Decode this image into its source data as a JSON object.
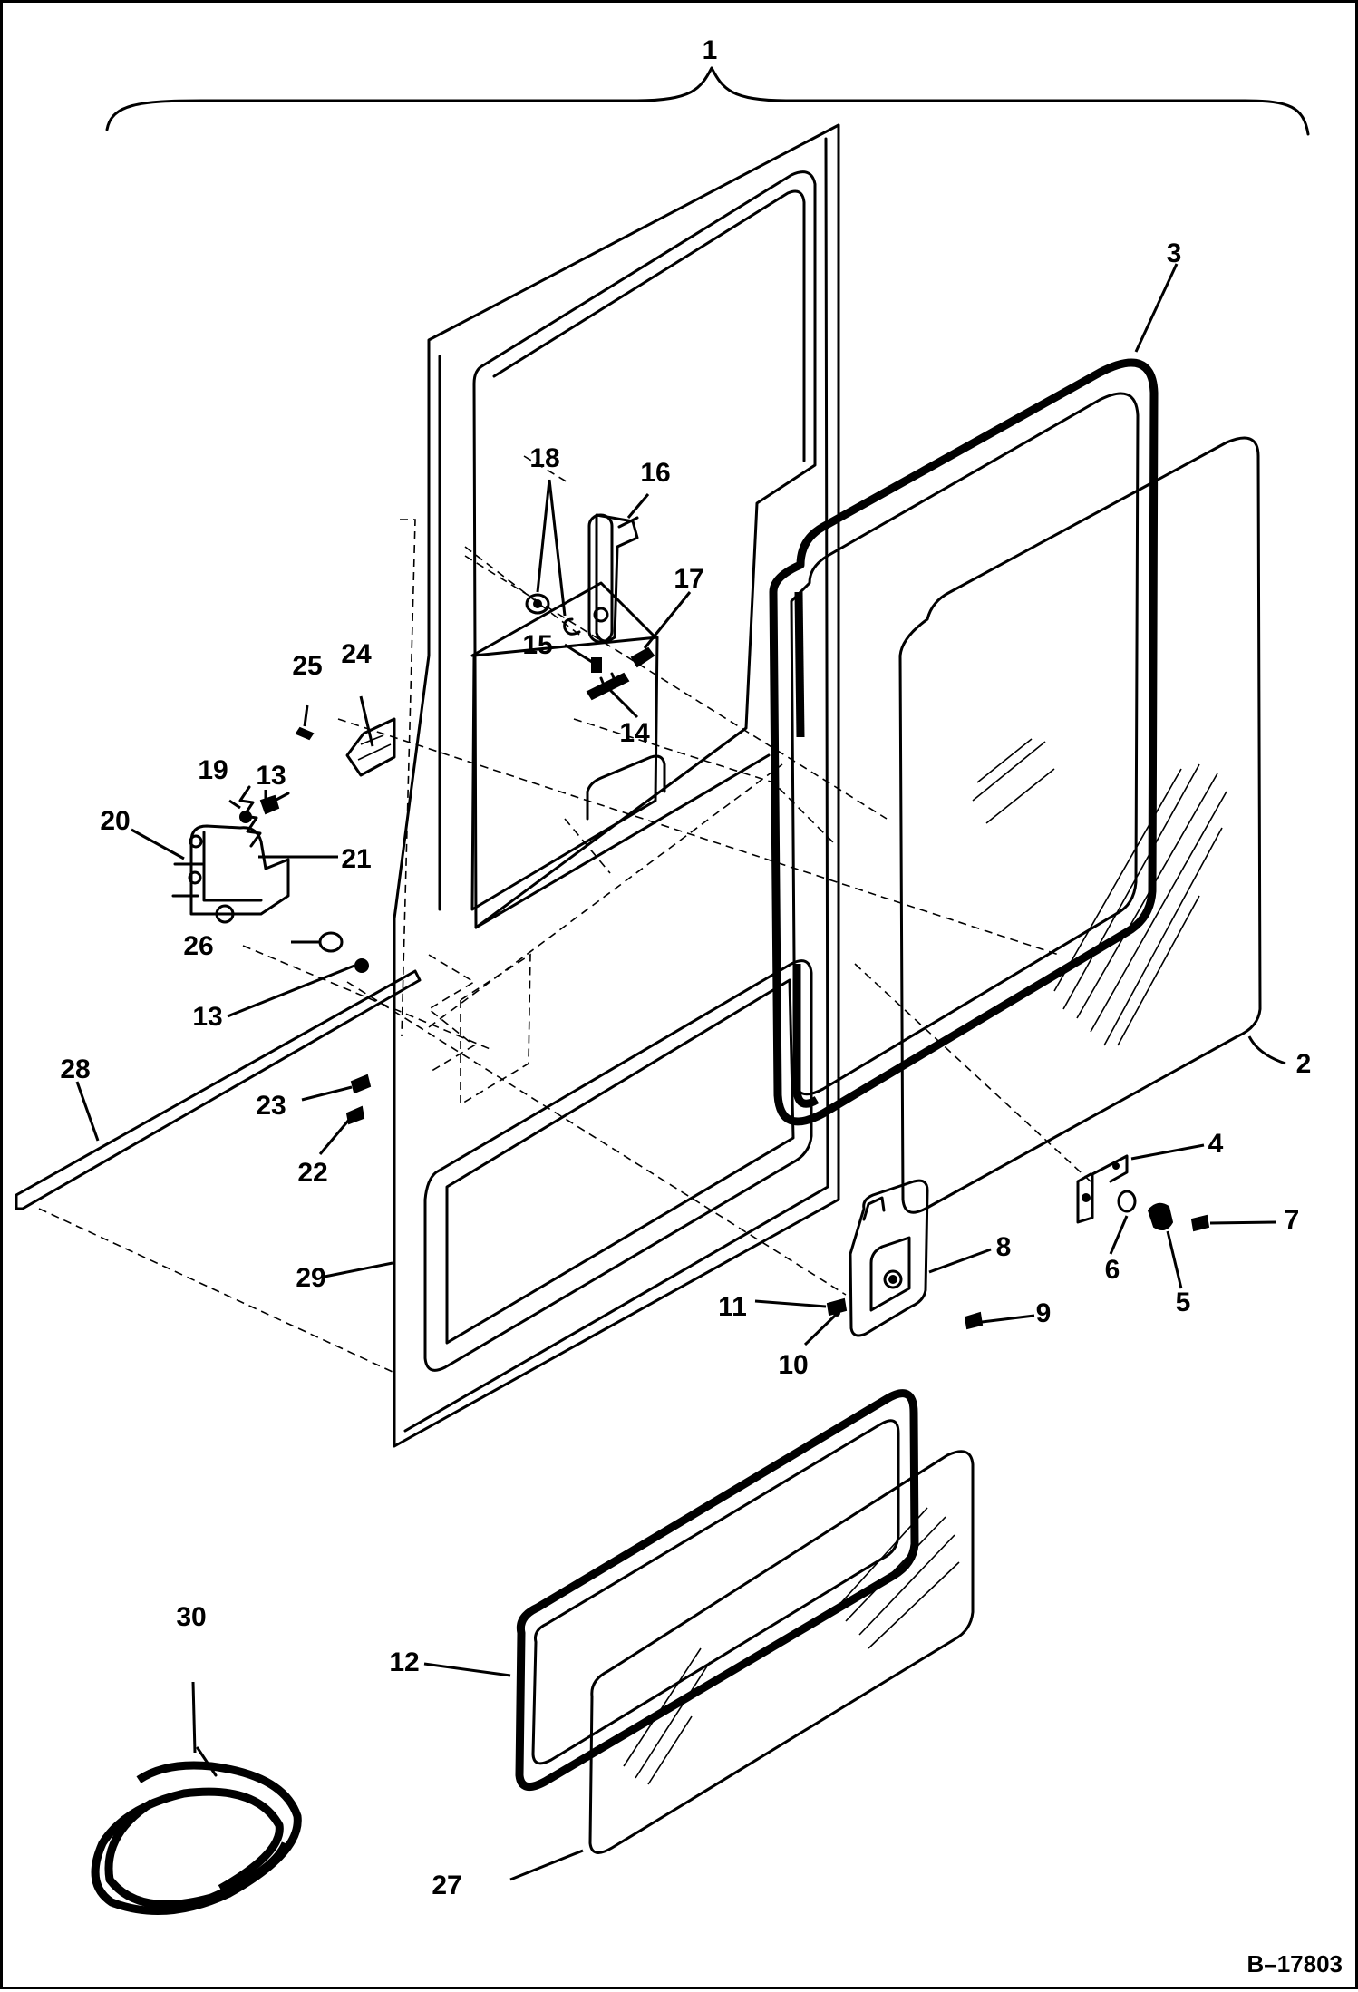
{
  "figure_number": "B–17803",
  "callouts": [
    "1",
    "2",
    "3",
    "4",
    "5",
    "6",
    "7",
    "8",
    "9",
    "10",
    "11",
    "12",
    "13",
    "13",
    "14",
    "15",
    "16",
    "17",
    "18",
    "19",
    "20",
    "21",
    "22",
    "23",
    "24",
    "25",
    "26",
    "27",
    "28",
    "29",
    "30"
  ]
}
